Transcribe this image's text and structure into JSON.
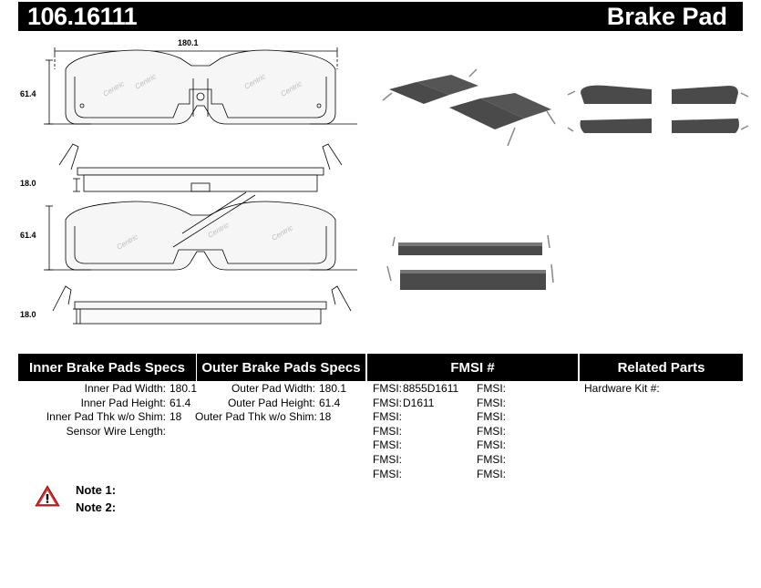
{
  "header": {
    "part_number": "106.16111",
    "title": "Brake Pad"
  },
  "drawings": {
    "width_dim": "180.1",
    "height_dim": "61.4",
    "thickness_dim": "18.0",
    "watermark": "Centric"
  },
  "sections": {
    "inner": "Inner Brake Pads Specs",
    "outer": "Outer Brake Pads Specs",
    "fmsi": "FMSI #",
    "related": "Related Parts"
  },
  "inner_specs": [
    {
      "label": "Inner Pad Width:",
      "value": "180.1"
    },
    {
      "label": "Inner Pad Height:",
      "value": "61.4"
    },
    {
      "label": "Inner Pad Thk w/o Shim:",
      "value": "18"
    },
    {
      "label": "Sensor Wire Length:",
      "value": ""
    }
  ],
  "outer_specs": [
    {
      "label": "Outer Pad Width:",
      "value": "180.1"
    },
    {
      "label": "Outer Pad Height:",
      "value": "61.4"
    },
    {
      "label": "Outer Pad Thk w/o Shim:",
      "value": "18"
    }
  ],
  "fmsi_col1": [
    {
      "label": "FMSI:",
      "value": "8855D1611"
    },
    {
      "label": "FMSI:",
      "value": "D1611"
    },
    {
      "label": "FMSI:",
      "value": ""
    },
    {
      "label": "FMSI:",
      "value": ""
    },
    {
      "label": "FMSI:",
      "value": ""
    },
    {
      "label": "FMSI:",
      "value": ""
    },
    {
      "label": "FMSI:",
      "value": ""
    }
  ],
  "fmsi_col2": [
    {
      "label": "FMSI:",
      "value": ""
    },
    {
      "label": "FMSI:",
      "value": ""
    },
    {
      "label": "FMSI:",
      "value": ""
    },
    {
      "label": "FMSI:",
      "value": ""
    },
    {
      "label": "FMSI:",
      "value": ""
    },
    {
      "label": "FMSI:",
      "value": ""
    },
    {
      "label": "FMSI:",
      "value": ""
    }
  ],
  "related": {
    "hardware_label": "Hardware Kit #:",
    "hardware_value": ""
  },
  "notes": {
    "note1": "Note 1:",
    "note2": "Note 2:"
  },
  "icons": {
    "warning": "warning-triangle-icon"
  },
  "colors": {
    "bar": "#000000",
    "warning": "#d32f2f",
    "pad": "#4a4a4a"
  }
}
